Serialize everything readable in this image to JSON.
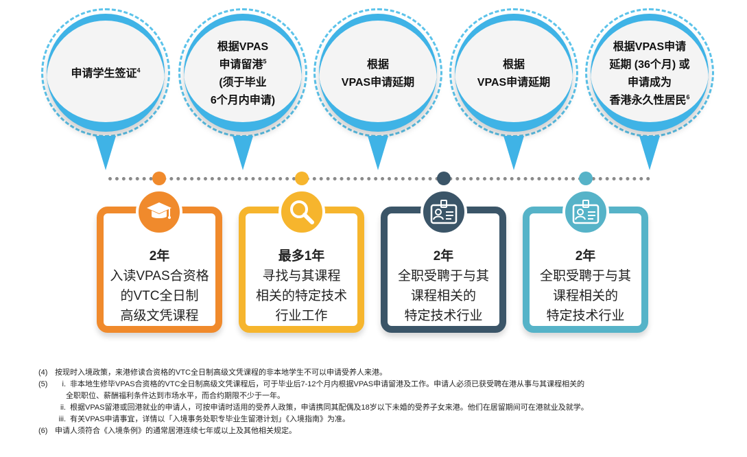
{
  "colors": {
    "circle_blue": "#3fb3e6",
    "ring_dash": "#5cc3ea",
    "orange": "#f08a2c",
    "yellow": "#f6b52d",
    "navy": "#3b5568",
    "teal": "#56b3c8"
  },
  "steps": [
    {
      "label": "申请学生签证",
      "sup": "4"
    },
    {
      "label": "根据VPAS申请留港",
      "sup": "5",
      "label_rest": "(须于毕业6个月内申请)"
    },
    {
      "label": "根据VPAS申请延期"
    },
    {
      "label": "根据VPAS申请延期"
    },
    {
      "label": "根据VPAS申请延期 (36个月) 或申请成为香港永久性居民",
      "sup": "6"
    }
  ],
  "step_lines": [
    [
      "申请学生签证"
    ],
    [
      "根据VPAS",
      "申请留港",
      "(须于毕业",
      "6个月内申请)"
    ],
    [
      "根据",
      "VPAS申请延期"
    ],
    [
      "根据",
      "VPAS申请延期"
    ],
    [
      "根据VPAS申请",
      "延期 (36个月) 或",
      "申请成为",
      "香港永久性居民"
    ]
  ],
  "cards": [
    {
      "years": "2年",
      "lines": [
        "入读VPAS合资格",
        "的VTC全日制",
        "高级文凭课程"
      ],
      "icon": "graduation-cap-icon",
      "color": "#f08a2c"
    },
    {
      "years": "最多1年",
      "lines": [
        "寻找与其课程",
        "相关的特定技术",
        "行业工作"
      ],
      "icon": "magnifier-icon",
      "color": "#f6b52d"
    },
    {
      "years": "2年",
      "lines": [
        "全职受聘于与其",
        "课程相关的",
        "特定技术行业"
      ],
      "icon": "id-badge-icon",
      "color": "#3b5568"
    },
    {
      "years": "2年",
      "lines": [
        "全职受聘于与其",
        "课程相关的",
        "特定技术行业"
      ],
      "icon": "id-badge-icon",
      "color": "#56b3c8"
    }
  ],
  "notes": {
    "n4_num": "(4)",
    "n4": "按现时入境政策，来港修读合资格的VTC全日制高级文凭课程的非本地学生不可以申请受养人来港。",
    "n5_num": "(5)",
    "n5_i_num": "i.",
    "n5_i": "非本地生修毕VPAS合资格的VTC全日制高级文凭课程后，可于毕业后7-12个月内根据VPAS申请留港及工作。申请人必须已获受聘在港从事与其课程相关的",
    "n5_i_cont": "全职职位、薪酬福利条件达到市场水平，而合约期限不少于一年。",
    "n5_ii_num": "ii.",
    "n5_ii": "根据VPAS留港或回港就业的申请人，可按申请时适用的受养人政策，申请携同其配偶及18岁以下未婚的受养子女来港。他们在居留期间可在港就业及就学。",
    "n5_iii_num": "iii.",
    "n5_iii": "有关VPAS申请事宜，详情以「入境事务处职专毕业生留港计划」《入境指南》为准。",
    "n6_num": "(6)",
    "n6": "申请人须符合《入境条例》的通常居港连续七年或以上及其他相关规定。"
  }
}
